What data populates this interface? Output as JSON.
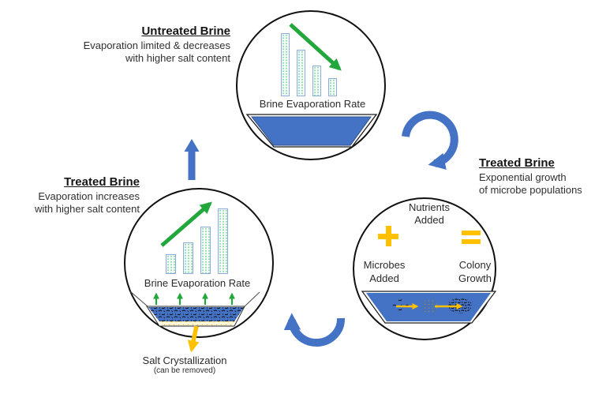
{
  "untreated": {
    "title": "Untreated Brine",
    "desc_line1": "Evaporation limited & decreases",
    "desc_line2": "with higher salt content",
    "chart_label": "Brine Evaporation Rate",
    "bar_heights": [
      80,
      59,
      39,
      23
    ],
    "trend": "decreasing"
  },
  "treated_left": {
    "title": "Treated Brine",
    "desc_line1": "Evaporation increases",
    "desc_line2": "with higher salt content",
    "chart_label": "Brine Evaporation Rate",
    "bar_heights": [
      25,
      40,
      60,
      83
    ],
    "trend": "increasing",
    "salt_label": "Salt Crystallization",
    "salt_note": "(can be removed)"
  },
  "treated_right": {
    "title": "Treated Brine",
    "desc_line1": "Exponential growth",
    "desc_line2": "of microbe populations",
    "nutrients_label": "Nutrients Added",
    "microbes_label": "Microbes Added",
    "colony_label": "Colony Growth"
  },
  "icons": {
    "plus": "plus-icon",
    "equals": "equals-icon",
    "cycle_up_arrow": "up-block-arrow-icon",
    "cycle_right_arrow": "clockwise-curved-arrow-icon",
    "cycle_bottom_arrow": "counterclockwise-curved-arrow-icon",
    "trend_down_arrow": "green-decline-arrow-icon",
    "trend_up_arrow": "green-growth-arrow-icon",
    "salt_arrow": "yellow-down-arrow-icon",
    "evaporation_arrows": "small-green-up-arrows-icon",
    "microbe_flow_arrows": "yellow-right-arrows-icon"
  },
  "colors": {
    "blue": "#4472C4",
    "blueDark": "#2F528F",
    "green": "#22A73C",
    "yellow": "#FFC000",
    "ink": "#1A1A1A"
  }
}
